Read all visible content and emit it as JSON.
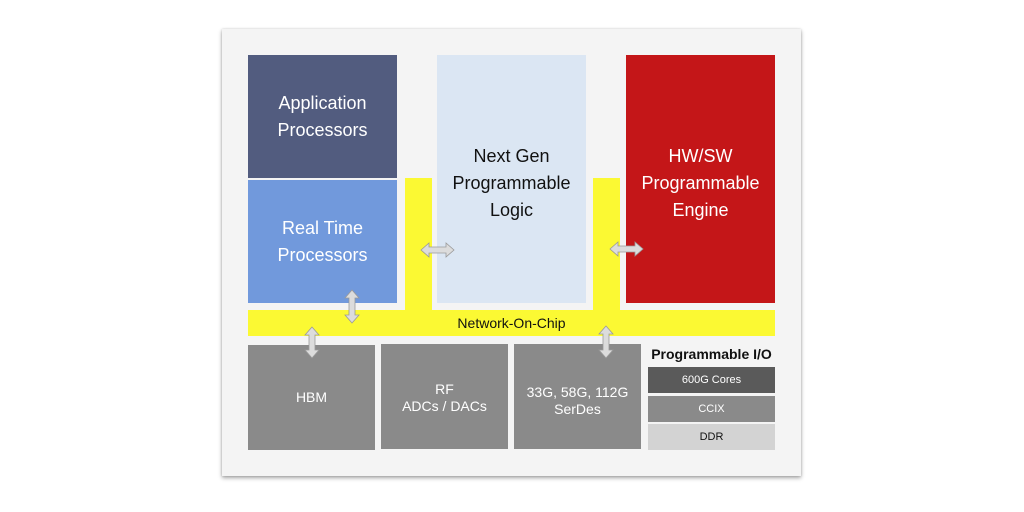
{
  "blocks": {
    "application_processors": "Application\nProcessors",
    "real_time_processors": "Real Time\nProcessors",
    "next_gen_logic": "Next Gen\nProgrammable\nLogic",
    "hwsw_engine": "HW/SW\nProgrammable\nEngine"
  },
  "noc": {
    "label": "Network-On-Chip"
  },
  "bottom": {
    "hbm": "HBM",
    "rf": "RF\nADCs / DACs",
    "serdes": "33G, 58G, 112G\nSerDes"
  },
  "programmable_io": {
    "title": "Programmable I/O",
    "items": [
      "600G Cores",
      "CCIX",
      "DDR"
    ]
  },
  "colors": {
    "application_processors": "#525c7f",
    "real_time_processors": "#7199dc",
    "next_gen_logic": "#dbe6f3",
    "hwsw_engine": "#c41618",
    "network_on_chip": "#fbf933",
    "gray_block": "#8a8a8a"
  }
}
